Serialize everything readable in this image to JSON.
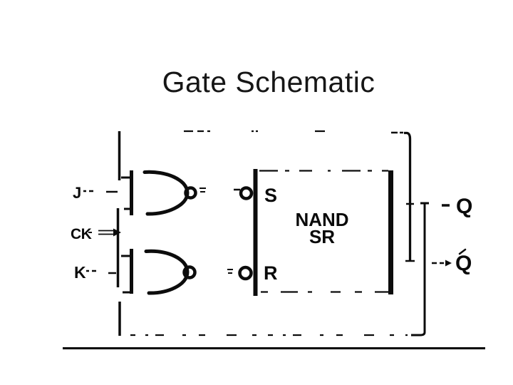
{
  "slide": {
    "title": "Gate Schematic"
  },
  "colors": {
    "background": "#ffffff",
    "ink": "#000000"
  },
  "schematic": {
    "input_labels": {
      "j": "J",
      "ck": "CK",
      "k": "K"
    },
    "latch_labels": {
      "s": "S",
      "r": "R",
      "name_line1": "NAND",
      "name_line2": "SR"
    },
    "output_labels": {
      "q": "Q",
      "q_bar": "Q"
    }
  }
}
